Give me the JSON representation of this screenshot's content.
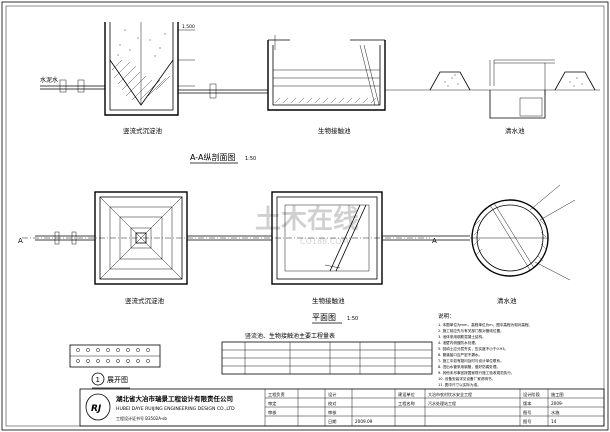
{
  "section": {
    "title": "A-A纵剖面图",
    "scale": "1:50",
    "labels": {
      "pond1": "竖流式沉淀池",
      "pond2": "生物接触池",
      "pond3": "清水池",
      "inflow": "水泥水",
      "dim_small": "1:500",
      "note_top": "1.500"
    }
  },
  "plan": {
    "title": "平面图",
    "scale": "1:50",
    "labels": {
      "pond1": "竖流式沉淀池",
      "pond2": "生物接触池",
      "pond3": "清水池",
      "section_a_left": "A",
      "section_a_right": "A"
    }
  },
  "table_title": "竖流池、生物接触池主要工程量表",
  "detail": {
    "number": "1",
    "label": "展开图"
  },
  "notes": {
    "heading": "说明：",
    "lines": [
      "1. 本图单位为mm，高程单位为m，图中高程为相对高程。",
      "2. 施工前应先与有关部门核对管线位置。",
      "3. 池体采用钢筋混凝土结构。",
      "4. 池壁内侧做防水处理。",
      "5. 回填土应分层夯实，压实度不小于0.93。",
      "6. 管道接口应严密不漏水。",
      "7. 施工中如有疑问及时与设计单位联系。",
      "8. 进出水管采用钢管，做好防腐处理。",
      "9. 其他未尽事宜按国家现行施工验收规范执行。",
      "10. 设备安装详见设备厂家说明书。",
      "11. 图中尺寸以实际为准。"
    ]
  },
  "title_block": {
    "company_cn": "湖北省大冶市瑞景工程设计有限责任公司",
    "company_en": "HUBEI DAYE RUIJING ENGINEERING DESIGN CO.,LTD",
    "cert": "工程设计证书号 B3502A-sb",
    "logo_text": "RJ",
    "rows": [
      [
        "工程负责",
        "",
        "设计",
        ""
      ],
      [
        "审定",
        "",
        "校对",
        ""
      ],
      [
        "审核",
        "",
        "审核",
        ""
      ],
      [
        "",
        "",
        "日期",
        "2009.09"
      ]
    ],
    "project_label": "建设单位",
    "project_value": "大冶市农村饮水安全工程",
    "drawing_label": "工程名称",
    "drawing_value": "污水处理站工程",
    "stage_label": "设计阶段",
    "stage_value": "施工图",
    "number_label": "图号",
    "number_value": "水施",
    "sheet_label": "图号",
    "sheet_value": "14",
    "version_label": "版本",
    "version_value": "2009-"
  },
  "watermark": "土木在线",
  "watermark_en": "CO188.COM"
}
